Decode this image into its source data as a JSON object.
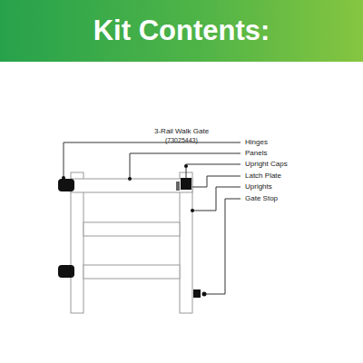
{
  "diagram": {
    "title": "Kit Contents:",
    "labels": [
      "3-Rail Walk Gate",
      "(73025443)",
      "Hinges",
      "Panels",
      "Upright Caps",
      "Latch Plate",
      "Uprights",
      "Gate Stop"
    ]
  }
}
